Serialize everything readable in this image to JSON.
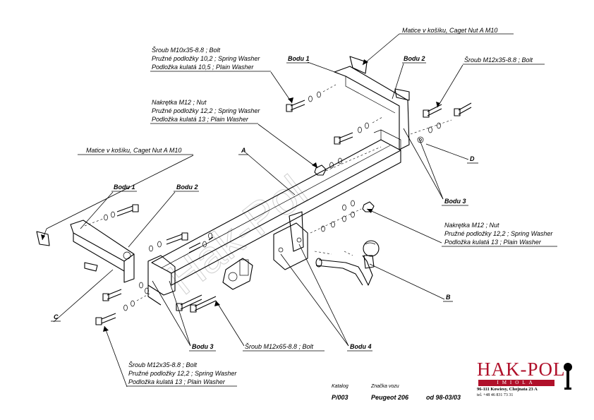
{
  "callouts": {
    "top_nut": "Matice v košíku,  Caget Nut A M10",
    "bolt_m10_l1": "Šroub M10x35-8.8 ;  Bolt",
    "bolt_m10_l2": "Pružné podložky  10,2 ; Spring Washer",
    "bolt_m10_l3": "Podložka kulatá 10,5 ; Plain Washer",
    "nut_m12_l1": "Nakrętka  M12 ; Nut",
    "nut_m12_l2": "Pružné podložky 12,2 ; Spring Washer",
    "nut_m12_l3": "Podložka kulatá 13 ; Plain Washer",
    "bolt_m12_top": "Šroub M12x35-8.8 ;  Bolt",
    "left_nut": "Matice v košíku, Caget Nut A M10",
    "right_nut_l1": "Nakrętka  M12 ; Nut",
    "right_nut_l2": "Pružné podložky 12,2 ; Spring Washer",
    "right_nut_l3": "Podložka kulatá 13 ; Plain Washer",
    "bolt_m12x65": "Šroub M12x65-8.8 ;  Bolt",
    "bottom_bolt_l1": "Šroub M12x35-8.8 ;  Bolt",
    "bottom_bolt_l2": "Pružné podložky 12,2 ; Spring Washer",
    "bottom_bolt_l3": "Podložka kulatá 13 ; Plain Washer"
  },
  "points": {
    "bodu1_top": "Bodu 1",
    "bodu2_top": "Bodu 2",
    "bodu1_left": "Bodu 1",
    "bodu2_left": "Bodu 2",
    "bodu3_right": "Bodu 3",
    "bodu3_bottom": "Bodu 3",
    "bodu4": "Bodu 4",
    "A": "A",
    "B": "B",
    "C": "C",
    "D": "D"
  },
  "watermark": "Hak-Pol",
  "footer": {
    "catalog_label": "Katalog",
    "brand_label": "Značka vozu",
    "catalog_number": "P/003",
    "vehicle": "Peugeot 206",
    "date_range": "od  98-03/03"
  },
  "logo": {
    "name": "HAK-POL",
    "tagline": "IMIOLA",
    "address": "96-111 Kowiesy, Chojnata 23 A",
    "phone": "tel. +48 46 831 73 31"
  },
  "colors": {
    "brand": "#b0102a",
    "ink": "#000000"
  }
}
